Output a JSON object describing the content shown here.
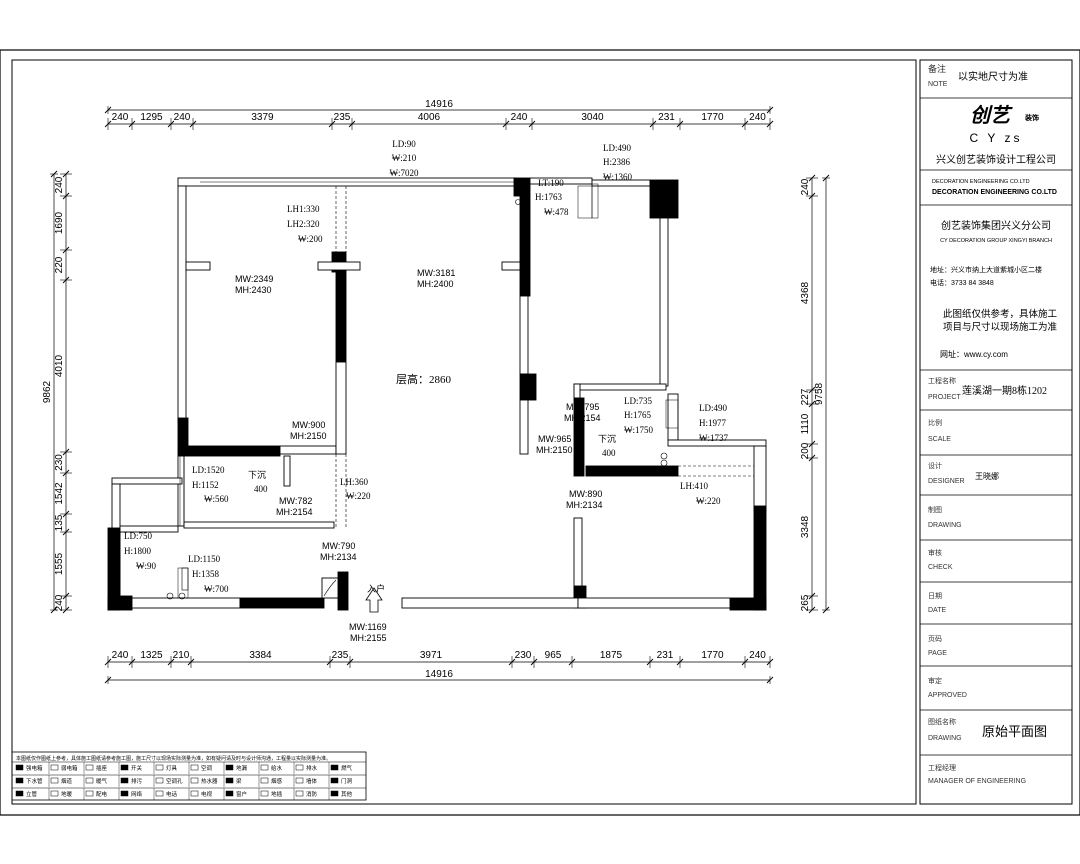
{
  "plan": {
    "total_top": "14916",
    "total_bottom": "14916",
    "top_dims": [
      "240",
      "1295",
      "240",
      "3379",
      "235",
      "4006",
      "240",
      "3040",
      "231",
      "1770",
      "240"
    ],
    "bottom_dims": [
      "240",
      "1325",
      "210",
      "3384",
      "235",
      "3971",
      "230",
      "965",
      "1875",
      "231",
      "1770",
      "240"
    ],
    "left_total": "9862",
    "left_dims": [
      "240",
      "1690",
      "220",
      "4010",
      "230",
      "1542",
      "135",
      "1555",
      "240"
    ],
    "right_total": "9758",
    "right_dims": [
      "240",
      "4368",
      "227",
      "1110",
      "200",
      "3348",
      "265"
    ],
    "room_labels": [
      {
        "k": "ld90",
        "t": "LD:90"
      },
      {
        "k": "w210",
        "t": "₩:210"
      },
      {
        "k": "w7020",
        "t": "₩:7020"
      },
      {
        "k": "lt190",
        "t": "LT:190"
      },
      {
        "k": "h1763",
        "t": "H:1763"
      },
      {
        "k": "w478",
        "t": "₩:478"
      },
      {
        "k": "ld490a",
        "t": "LD:490"
      },
      {
        "k": "h2386",
        "t": "H:2386"
      },
      {
        "k": "w1360",
        "t": "₩:1360"
      },
      {
        "k": "lh1",
        "t": "LH1:330"
      },
      {
        "k": "lh2",
        "t": "LH2:320"
      },
      {
        "k": "w200",
        "t": "₩:200"
      },
      {
        "k": "mw2349",
        "t": "MW:2349"
      },
      {
        "k": "mh2430",
        "t": "MH:2430"
      },
      {
        "k": "mw3181",
        "t": "MW:3181"
      },
      {
        "k": "mh2400",
        "t": "MH:2400"
      },
      {
        "k": "height",
        "t": "层高：2860"
      },
      {
        "k": "mw900",
        "t": "MW:900"
      },
      {
        "k": "mh2150a",
        "t": "MH:2150"
      },
      {
        "k": "ld1520",
        "t": "LD:1520"
      },
      {
        "k": "h1152",
        "t": "H:1152"
      },
      {
        "k": "w560",
        "t": "₩:560"
      },
      {
        "k": "xia1",
        "t": "下沉"
      },
      {
        "k": "d400a",
        "t": "400"
      },
      {
        "k": "mw782",
        "t": "MW:782"
      },
      {
        "k": "mh2154a",
        "t": "MH:2154"
      },
      {
        "k": "lh360",
        "t": "LH:360"
      },
      {
        "k": "w220a",
        "t": "₩:220"
      },
      {
        "k": "ld750",
        "t": "LD:750"
      },
      {
        "k": "h1800",
        "t": "H:1800"
      },
      {
        "k": "w90",
        "t": "₩:90"
      },
      {
        "k": "ld1150",
        "t": "LD:1150"
      },
      {
        "k": "h1358",
        "t": "H:1358"
      },
      {
        "k": "w700",
        "t": "₩:700"
      },
      {
        "k": "mw790",
        "t": "MW:790"
      },
      {
        "k": "mh2134a",
        "t": "MH:2134"
      },
      {
        "k": "entry",
        "t": "入户"
      },
      {
        "k": "mw1169",
        "t": "MW:1169"
      },
      {
        "k": "mh2155",
        "t": "MH:2155"
      },
      {
        "k": "ld735",
        "t": "LD:735"
      },
      {
        "k": "h1765",
        "t": "H:1765"
      },
      {
        "k": "w1750",
        "t": "₩:1750"
      },
      {
        "k": "mw795",
        "t": "MW:795"
      },
      {
        "k": "mh2154b",
        "t": "MH:2154"
      },
      {
        "k": "mw965",
        "t": "MW:965"
      },
      {
        "k": "mh2150b",
        "t": "MH:2150"
      },
      {
        "k": "xia2",
        "t": "下沉"
      },
      {
        "k": "d400b",
        "t": "400"
      },
      {
        "k": "ld490b",
        "t": "LD:490"
      },
      {
        "k": "h1977",
        "t": "H:1977"
      },
      {
        "k": "w1737",
        "t": "₩:1737"
      },
      {
        "k": "lh410",
        "t": "LH:410"
      },
      {
        "k": "w220b",
        "t": "₩:220"
      },
      {
        "k": "mw890",
        "t": "MW:890"
      },
      {
        "k": "mh2134b",
        "t": "MH:2134"
      }
    ]
  },
  "title_block": {
    "note_label": "备注",
    "note_label_en": "NOTE",
    "note_value": "以实地尺寸为准",
    "brand_cn": "创艺",
    "brand_small": "装饰",
    "brand_letters": "C Y zs",
    "company_cn": "兴义创艺装饰设计工程公司",
    "company_en_small": "DECORATION ENGINEERING CO.LTD",
    "company_en": "DECORATION ENGINEERING CO.LTD",
    "branch_cn": "创艺装饰集团兴义分公司",
    "branch_en": "CY DECORATION GROUP XINGYI BRANCH",
    "address": "地址：兴义市纳上大道紫城小区二楼",
    "phone": "电话：3733 84 3848",
    "disclaimer_1": "此图纸仅供参考，具体施工",
    "disclaimer_2": "项目与尺寸以现场施工为准",
    "website": "网址：www.cy.com",
    "project_label": "工程名称",
    "project_label_en": "PROJECT",
    "project_value": "莲溪湖一期8栋1202",
    "scale_label": "比例",
    "scale_label_en": "SCALE",
    "designer_label": "设计",
    "designer_label_en": "DESIGNER",
    "designer_value": "王晓娜",
    "draw_label": "制图",
    "draw_label_en": "DRAWING",
    "check_label": "审核",
    "check_label_en": "CHECK",
    "date_label": "日期",
    "date_label_en": "DATE",
    "page_label": "页码",
    "page_label_en": "PAGE",
    "approve_label": "审定",
    "approve_label_en": "APPROVED",
    "drawing_name_label": "图纸名称",
    "drawing_name_label_en": "DRAWING",
    "drawing_name_value": "原始平面图",
    "manager_label": "工程经理",
    "manager_label_en": "MANAGER OF ENGINEERING"
  },
  "legend": {
    "header": "本图纸仅作图纸上参考，具体施工图纸请参考施工图，施工尺寸以现场实际测量为准，如有疑问请及时与设计师沟通，工程量以实际测量为准。",
    "row1": [
      "强电箱",
      "弱电箱",
      "插座",
      "开关",
      "灯具",
      "空调",
      "地漏",
      "给水",
      "排水",
      "燃气"
    ],
    "row2": [
      "下水管",
      "烟道",
      "暖气",
      "排污",
      "空调孔",
      "热水器",
      "梁",
      "烟感",
      "墙体",
      "门洞"
    ],
    "row3": [
      "立管",
      "地暖",
      "配电",
      "网络",
      "电话",
      "电视",
      "窗户",
      "地插",
      "消防",
      "其他"
    ]
  }
}
